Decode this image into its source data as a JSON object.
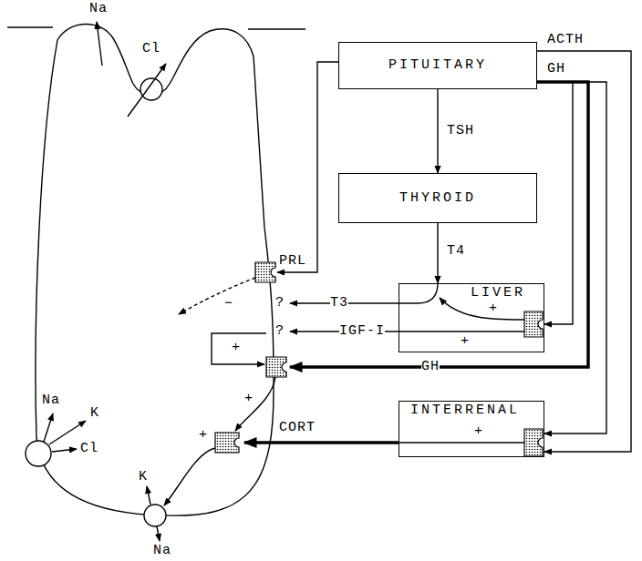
{
  "diagram": {
    "nodes": [
      {
        "text": [
          "PITUITARY"
        ]
      },
      {
        "text": [
          "THYROID"
        ]
      },
      {
        "text": [
          "LIVER"
        ]
      },
      {
        "text": [
          "INTERRENAL"
        ]
      }
    ],
    "edges": [
      {
        "from": 0,
        "to": 1,
        "label": "TSH",
        "arrow": "to"
      },
      {
        "from": 1,
        "to": 2,
        "label": "T4",
        "arrow": "to"
      },
      {
        "from": 0,
        "to": 2,
        "arrow": "to"
      },
      {
        "from": 0,
        "to": 3,
        "arrow": "to"
      },
      {
        "from": 0,
        "to": 3,
        "arrow": "to"
      }
    ],
    "labels": [
      "Na",
      "Cl",
      "ACTH",
      "GH",
      "PRL",
      "?",
      "T3",
      "?",
      "IGF-I",
      "+",
      "+",
      "+",
      "GH",
      "+",
      "Na",
      "K",
      "Cl",
      "CORT",
      "+",
      "+",
      "K",
      "Na",
      "−"
    ]
  }
}
